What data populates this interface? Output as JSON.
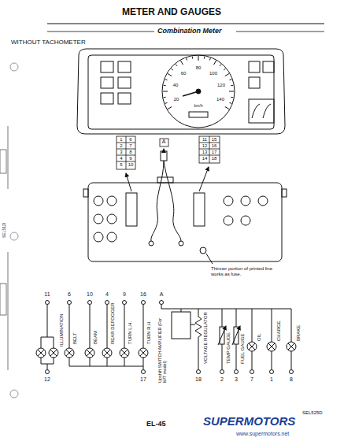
{
  "diagram": {
    "title": "METER AND GAUGES",
    "labels": [
      "Combination Meter",
      "WITHOUT TACHOMETER",
      "20",
      "40",
      "60",
      "80",
      "100",
      "120",
      "140",
      "km/h",
      "1",
      "6",
      "2",
      "7",
      "3",
      "8",
      "4",
      "9",
      "5",
      "10",
      "A",
      "11",
      "15",
      "12",
      "16",
      "13",
      "17",
      "14",
      "18",
      "Thinner portion of printed line works as fuse.",
      "11",
      "6",
      "10",
      "4",
      "9",
      "16",
      "A",
      "ILLUMINATION",
      "BELT",
      "BEAM",
      "REAR DEFOGGER",
      "TURN L.H.",
      "TURN R.H.",
      "Upshift SWITCH AMPLIFIER (For M/T model)",
      "VOLTAGE REGULATOR",
      "TEMP GAUGE",
      "FUEL GAUGE",
      "OIL",
      "CHARGE",
      "BRAKE",
      "12",
      "17",
      "18",
      "2",
      "3",
      "7",
      "1",
      "8",
      "SEL525D",
      "EL-45",
      "SUPERMOTORS",
      "www.supermotors.net",
      "SEL512I"
    ]
  }
}
